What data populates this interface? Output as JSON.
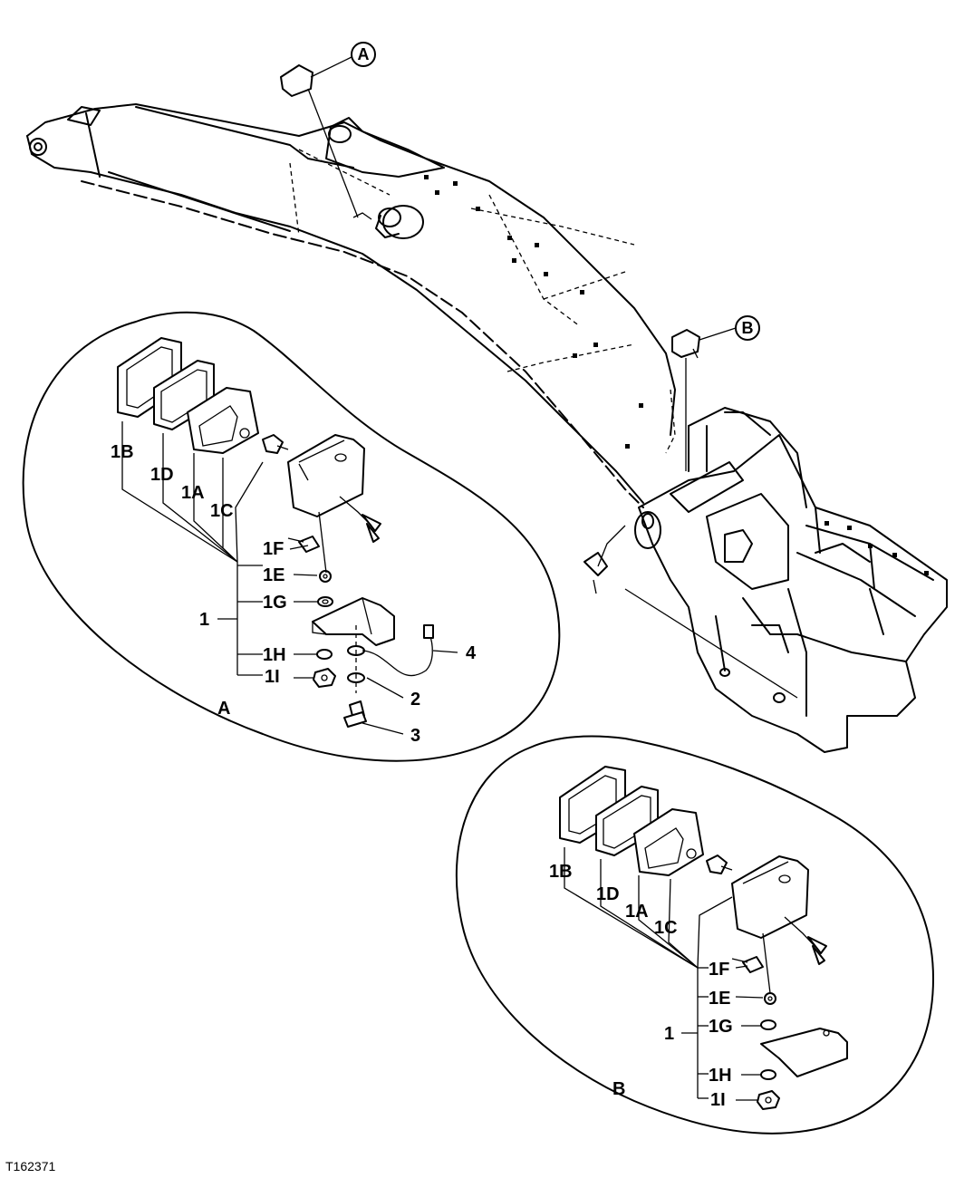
{
  "figure_id": "T162371",
  "callouts": {
    "A": "A",
    "B": "B"
  },
  "detail_a": {
    "title": "A",
    "labels": {
      "p1B": "1B",
      "p1D": "1D",
      "p1A": "1A",
      "p1C": "1C",
      "p1F": "1F",
      "p1E": "1E",
      "p1G": "1G",
      "p1": "1",
      "p1H": "1H",
      "p1I": "1I",
      "p2": "2",
      "p3": "3",
      "p4": "4"
    }
  },
  "detail_b": {
    "title": "B",
    "labels": {
      "p1B": "1B",
      "p1D": "1D",
      "p1A": "1A",
      "p1C": "1C",
      "p1F": "1F",
      "p1E": "1E",
      "p1G": "1G",
      "p1": "1",
      "p1H": "1H",
      "p1I": "1I"
    }
  }
}
